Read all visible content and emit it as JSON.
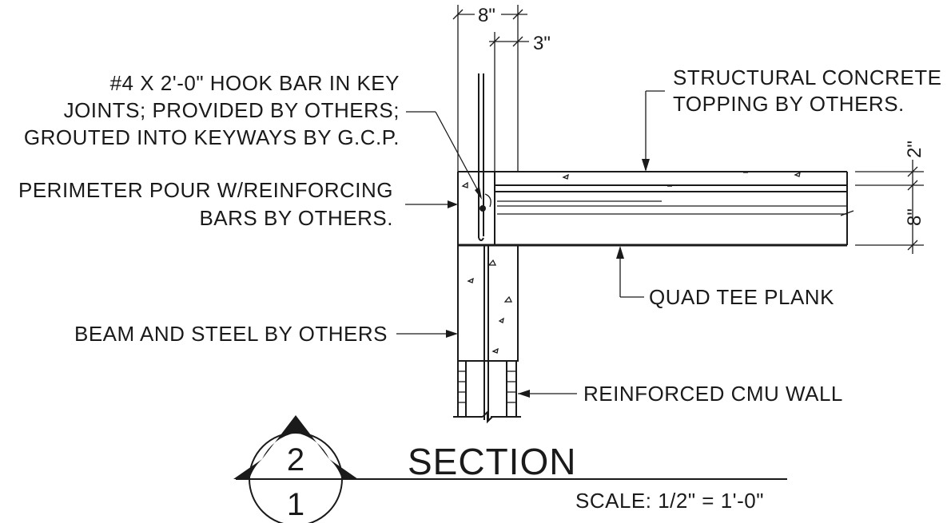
{
  "dimensions": {
    "top_width": "8\"",
    "key_width": "3\"",
    "topping_thickness": "2\"",
    "plank_thickness": "8\""
  },
  "callouts": {
    "hook_bar": [
      "#4 X 2'-0\" HOOK BAR IN KEY",
      "JOINTS; PROVIDED BY OTHERS;",
      "GROUTED INTO KEYWAYS BY G.C.P."
    ],
    "perimeter_pour": [
      "PERIMETER POUR W/REINFORCING",
      "BARS BY OTHERS."
    ],
    "topping": [
      "STRUCTURAL CONCRETE",
      "TOPPING BY OTHERS."
    ],
    "plank": "QUAD TEE PLANK",
    "beam": "BEAM AND STEEL BY OTHERS",
    "wall": "REINFORCED CMU WALL"
  },
  "title_block": {
    "detail_number": "2",
    "sheet_number": "1",
    "title": "SECTION",
    "scale": "SCALE: 1/2\" = 1'-0\""
  }
}
